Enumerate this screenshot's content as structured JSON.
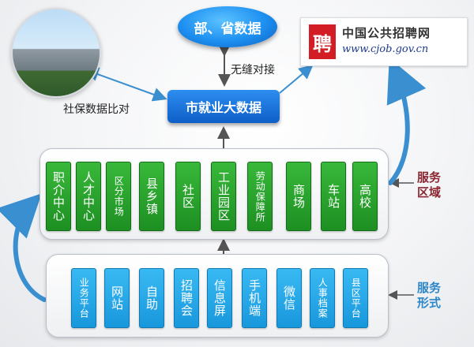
{
  "top": {
    "provincial_label": "部、省数据",
    "seamless_label": "无缝对接",
    "social_label": "社保数据比对",
    "center_label": "市就业大数据"
  },
  "logo": {
    "mark": "聘",
    "name": "中国公共招聘网",
    "url": "www.cjob.gov.cn"
  },
  "service_area": {
    "label": "服务区域",
    "items": [
      {
        "label": "职介中心"
      },
      {
        "label": "人才中心"
      },
      {
        "label": "区分市场"
      },
      {
        "label": "县乡镇"
      },
      {
        "label": "社区"
      },
      {
        "label": "工业园区"
      },
      {
        "label": "劳动保障所"
      },
      {
        "label": "商场"
      },
      {
        "label": "车站"
      },
      {
        "label": "高校"
      }
    ]
  },
  "service_form": {
    "label": "服务形式",
    "items": [
      {
        "label": "业务平台"
      },
      {
        "label": "网站"
      },
      {
        "label": "自助"
      },
      {
        "label": "招聘会"
      },
      {
        "label": "信息屏"
      },
      {
        "label": "手机端"
      },
      {
        "label": "微信"
      },
      {
        "label": "人事档案"
      },
      {
        "label": "县区平台"
      }
    ]
  },
  "colors": {
    "green": "#1f9a26",
    "blue_box": "#1d9ee0",
    "center_blue": "#0e5fc7",
    "area_label": "#8b2530",
    "form_label": "#2d86c8",
    "logo_red": "#d11d23"
  }
}
